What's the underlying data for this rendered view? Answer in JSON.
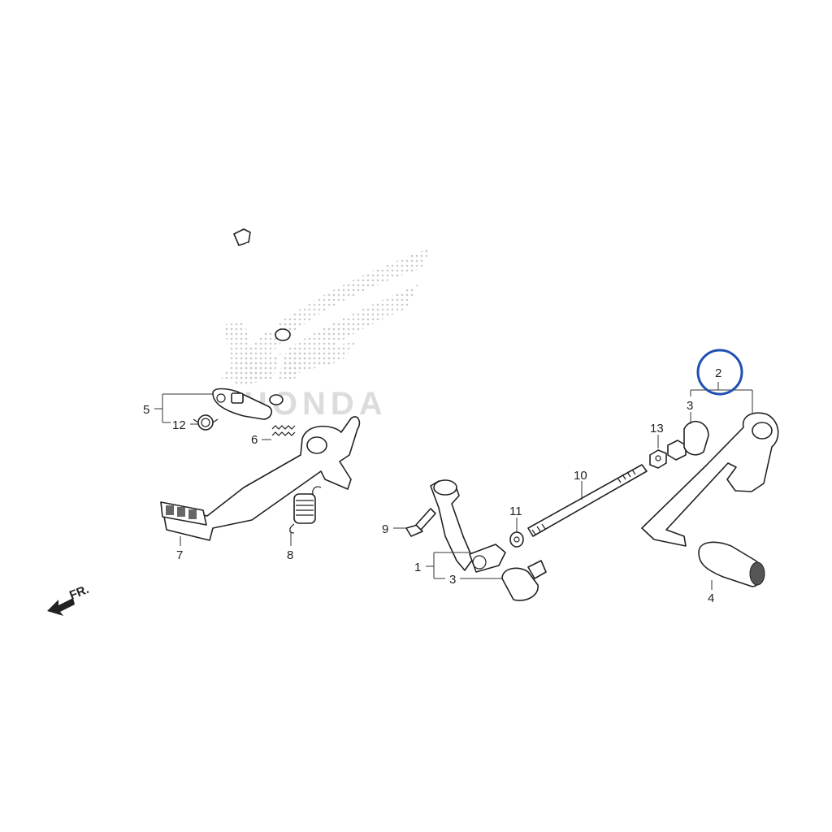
{
  "watermark": {
    "brand_text": "HONDA"
  },
  "direction_arrow": {
    "text": "FR."
  },
  "highlight": {
    "color": "#1f4fb0",
    "target_callout": "2"
  },
  "callouts": {
    "c1": "1",
    "c2": "2",
    "c3a": "3",
    "c3b": "3",
    "c4": "4",
    "c5": "5",
    "c6": "6",
    "c7": "7",
    "c8": "8",
    "c9": "9",
    "c10": "10",
    "c11": "11",
    "c12": "12",
    "c13": "13"
  }
}
